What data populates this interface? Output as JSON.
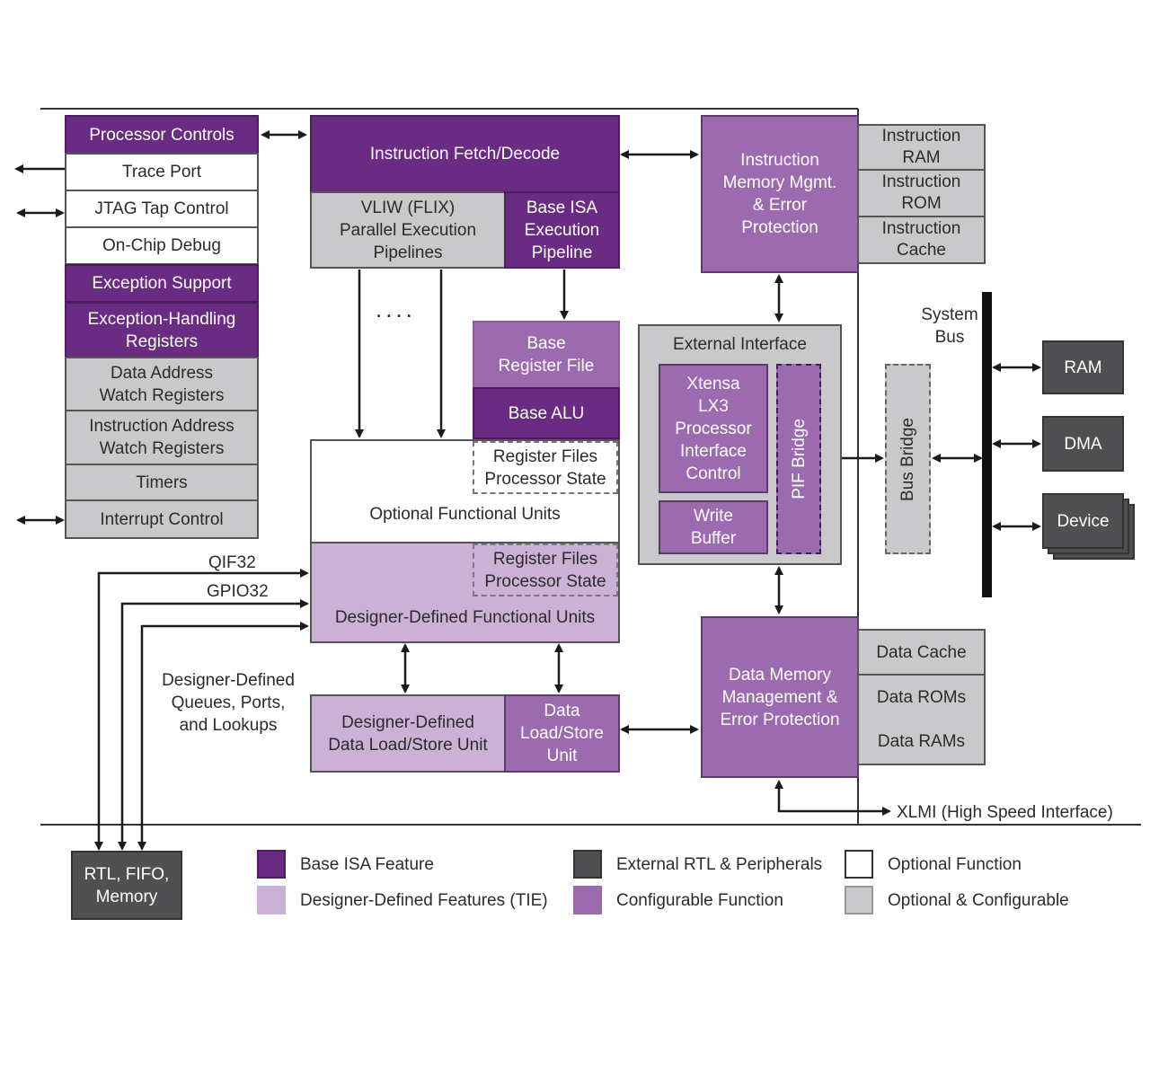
{
  "blocks": {
    "processor_controls": "Processor Controls",
    "trace_port": "Trace Port",
    "jtag_tap_control": "JTAG Tap Control",
    "on_chip_debug": "On-Chip Debug",
    "exception_support": "Exception Support",
    "exception_handling_registers": "Exception-Handling\nRegisters",
    "data_address_watch": "Data Address\nWatch Registers",
    "instruction_address_watch": "Instruction Address\nWatch Registers",
    "timers": "Timers",
    "interrupt_control": "Interrupt Control",
    "instruction_fetch_decode": "Instruction Fetch/Decode",
    "vliw_flix": "VLIW (FLIX)\nParallel Execution\nPipelines",
    "base_isa_pipeline": "Base ISA\nExecution\nPipeline",
    "base_register_file": "Base\nRegister File",
    "base_alu": "Base ALU",
    "register_files_1": "Register Files\nProcessor State",
    "optional_functional_units": "Optional Functional Units",
    "register_files_2": "Register Files\nProcessor State",
    "designer_defined_functional_units": "Designer-Defined Functional Units",
    "designer_defined_load_store": "Designer-Defined\nData Load/Store Unit",
    "data_load_store_unit": "Data\nLoad/Store\nUnit",
    "instruction_memory_mgmt": "Instruction\nMemory Mgmt.\n& Error\nProtection",
    "instruction_ram": "Instruction\nRAM",
    "instruction_rom": "Instruction\nROM",
    "instruction_cache": "Instruction\nCache",
    "external_interface": "External Interface",
    "xtensa_lx3_interface": "Xtensa\nLX3\nProcessor\nInterface\nControl",
    "write_buffer": "Write\nBuffer",
    "pif_bridge": "PIF Bridge",
    "bus_bridge": "Bus Bridge",
    "system_bus": "System\nBus",
    "ram": "RAM",
    "dma": "DMA",
    "device": "Device",
    "data_memory_mgmt": "Data Memory\nManagement &\nError Protection",
    "data_cache": "Data Cache",
    "data_roms": "Data ROMs",
    "data_rams": "Data RAMs",
    "rtl_fifo_memory": "RTL, FIFO,\nMemory"
  },
  "labels": {
    "qif32": "QIF32",
    "gpio32": "GPIO32",
    "designer_defined_queues": "Designer-Defined\nQueues, Ports,\nand Lookups",
    "xlmi": "XLMI (High Speed Interface)",
    "ellipsis": "...."
  },
  "legend": [
    {
      "label": "Base ISA Feature",
      "color": "#6a2b82"
    },
    {
      "label": "Designer-Defined Features (TIE)",
      "color": "#cbb1d6"
    },
    {
      "label": "External RTL & Peripherals",
      "color": "#505052"
    },
    {
      "label": "Configurable Function",
      "color": "#9c6aaf"
    },
    {
      "label": "Optional Function",
      "color": "#ffffff"
    },
    {
      "label": "Optional & Configurable",
      "color": "#c9c9cb"
    }
  ]
}
